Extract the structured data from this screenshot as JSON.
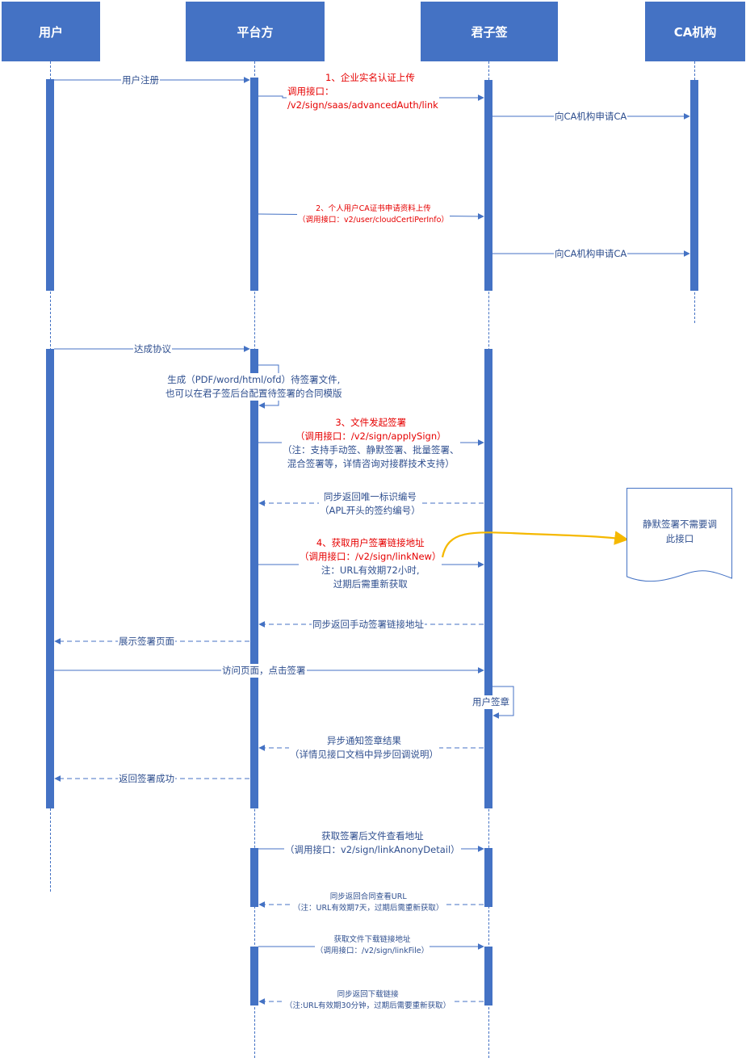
{
  "participants": [
    {
      "id": "user",
      "label": "用户"
    },
    {
      "id": "platform",
      "label": "平台方"
    },
    {
      "id": "junziqian",
      "label": "君子签"
    },
    {
      "id": "ca",
      "label": "CA机构"
    }
  ],
  "messages": {
    "m1": "用户注册",
    "m2": [
      "1、企业实名认证上传",
      "调用接口：",
      "/v2/sign/saas/advancedAuth/link"
    ],
    "m3": "向CA机构申请CA",
    "m4": [
      "2、个人用户CA证书申请资料上传",
      "（调用接口：v2/user/cloudCertiPerInfo）"
    ],
    "m5": "向CA机构申请CA",
    "m6": "达成协议",
    "m7": [
      "生成（PDF/word/html/ofd）待签署文件,",
      "也可以在君子签后台配置待签署的合同模版"
    ],
    "m8": [
      "3、文件发起签署",
      "（调用接口：/v2/sign/applySign）",
      "（注：支持手动签、静默签署、批量签署、",
      "混合签署等，详情咨询对接群技术支持）"
    ],
    "m9": [
      "同步返回唯一标识编号",
      "（APL开头的签约编号）"
    ],
    "m10": [
      "4、获取用户签署链接地址",
      "（调用接口：/v2/sign/linkNew）",
      "注：URL有效期72小时,",
      "过期后需重新获取"
    ],
    "m11": "同步返回手动签署链接地址",
    "m12": "展示签署页面",
    "m13": "访问页面，点击签署",
    "m14": "用户签章",
    "m15": [
      "异步通知签章结果",
      "（详情见接口文档中异步回调说明）"
    ],
    "m16": "返回签署成功",
    "m17": [
      "获取签署后文件查看地址",
      "（调用接口：v2/sign/linkAnonyDetail）"
    ],
    "m18": [
      "同步返回合同查看URL",
      "（注：URL有效期7天，过期后需重新获取）"
    ],
    "m19": [
      "获取文件下载链接地址",
      "（调用接口：/v2/sign/linkFile）"
    ],
    "m20": [
      "同步返回下载链接",
      "（注:URL有效期30分钟，过期后需要重新获取）"
    ]
  },
  "note": [
    "静默签署不需要调",
    "此接口"
  ],
  "colors": {
    "accent": "#4472c4",
    "highlight": "#e60000",
    "note_arrow": "#f5b800",
    "text": "#2f4f8f"
  }
}
